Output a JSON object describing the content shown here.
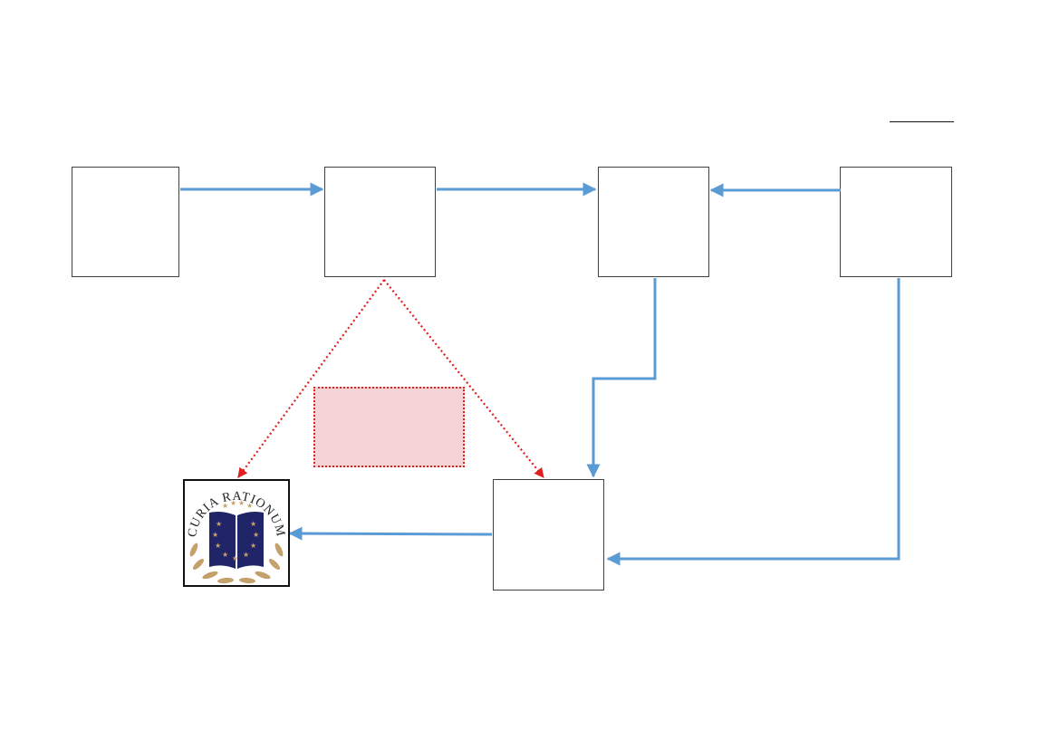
{
  "diagram": {
    "colors": {
      "flow_arrow": "#5b9bd5",
      "dotted_arrow": "#e02020",
      "note_fill": "#f4d3d4",
      "node_border": "#404040"
    },
    "nodes": [
      {
        "id": "box-a",
        "label": ""
      },
      {
        "id": "box-b",
        "label": ""
      },
      {
        "id": "box-c",
        "label": ""
      },
      {
        "id": "box-d",
        "label": ""
      },
      {
        "id": "box-e",
        "label": ""
      }
    ],
    "note": {
      "label": ""
    },
    "edges": [
      {
        "from": "box-a",
        "to": "box-b",
        "style": "solid-blue"
      },
      {
        "from": "box-b",
        "to": "box-c",
        "style": "solid-blue"
      },
      {
        "from": "box-d",
        "to": "box-c",
        "style": "solid-blue"
      },
      {
        "from": "box-c",
        "to": "box-e",
        "style": "solid-blue-elbow"
      },
      {
        "from": "box-d",
        "to": "box-e",
        "style": "solid-blue-elbow"
      },
      {
        "from": "box-e",
        "to": "logo",
        "style": "solid-blue"
      },
      {
        "from": "box-b",
        "to": "logo",
        "style": "dotted-red"
      },
      {
        "from": "box-b",
        "to": "box-e",
        "style": "dotted-red"
      }
    ]
  },
  "logo": {
    "text": "CURIA RATIONUM",
    "icon": "open-book-with-stars-icon",
    "colors": {
      "book": "#1f2566",
      "stars": "#c9a06a",
      "laurel": "#c4a06c"
    }
  }
}
